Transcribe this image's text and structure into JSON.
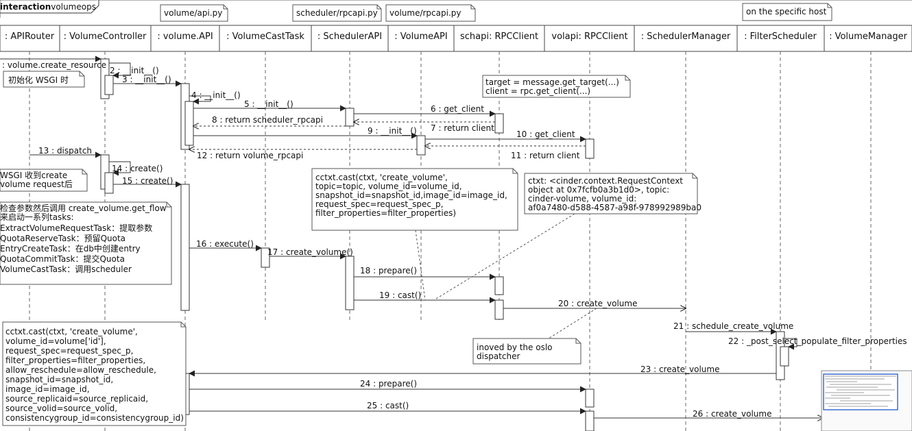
{
  "frame": {
    "keyword": "interaction",
    "name": "volumeops"
  },
  "file_tags": [
    "volume/api.py",
    "scheduler/rpcapi.py",
    "volume/rpcapi.py",
    "on the specific host"
  ],
  "lifelines": [
    ": APIRouter",
    ": VolumeController",
    ": volume.API",
    ": VolumeCastTask",
    ": SchedulerAPI",
    ": VolumeAPI",
    "schapi: RPCClient",
    "volapi: RPCClient",
    ": SchedulerManager",
    ": FilterScheduler",
    ": VolumeManager"
  ],
  "messages": [
    ": volume.create_resource",
    "2 : __init__()",
    "3 : __init__()",
    "4 : __init__()",
    "5 : __init__()",
    "6 : get_client",
    "7 : return client",
    "8 : return scheduler_rpcapi",
    "9 : __init__()",
    "10 : get_client",
    "11 : return client",
    "12 : return volume_rpcapi",
    "13 : dispatch",
    "14 : create()",
    "15 : create()",
    "16 : execute()",
    "17 : create_volume()",
    "18 : prepare()",
    "19 : cast()",
    "20 : create_volume",
    "21 : schedule_create_volume",
    "22 : _post_select_populate_filter_properties",
    "23 : create_volume",
    "24 : prepare()",
    "25 : cast()",
    "26 : create_volume"
  ],
  "notes": [
    {
      "lines": [
        "初始化 WSGI 时"
      ]
    },
    {
      "lines": [
        "WSGI 收到create",
        "volume request后"
      ]
    },
    {
      "lines": [
        "检查参数然后调用 create_volume.get_flow",
        "来启动一系列tasks:",
        "ExtractVolumeRequestTask：提取参数",
        "QuotaReserveTask：预留Quota",
        "EntryCreateTask：在db中创建entry",
        "QuotaCommitTask：提交Quota",
        "VolumeCastTask：调用scheduler"
      ]
    },
    {
      "lines": [
        "target = message.get_target(...)",
        "client = rpc.get_client(...)"
      ]
    },
    {
      "lines": [
        "cctxt.cast(ctxt, 'create_volume',",
        "topic=topic, volume_id=volume_id,",
        "   snapshot_id=snapshot_id,image_id=image_id,",
        "               request_spec=request_spec_p,",
        "filter_properties=filter_properties)"
      ]
    },
    {
      "lines": [
        " ctxt: <cinder.context.RequestContext",
        "object at 0x7fcfb0a3b1d0>, topic:",
        "cinder-volume, volume_id:",
        "af0a7480-d588-4587-a98f-978992989ba0"
      ]
    },
    {
      "lines": [
        "inoved by the oslo",
        "dispatcher"
      ]
    },
    {
      "lines": [
        "cctxt.cast(ctxt, 'create_volume',",
        "volume_id=volume['id'],",
        "request_spec=request_spec_p,",
        "filter_properties=filter_properties,",
        " allow_reschedule=allow_reschedule,",
        "snapshot_id=snapshot_id,",
        "image_id=image_id,",
        "source_replicaid=source_replicaid,",
        "source_volid=source_volid,",
        "consistencygroup_id=consistencygroup_id)"
      ]
    }
  ]
}
